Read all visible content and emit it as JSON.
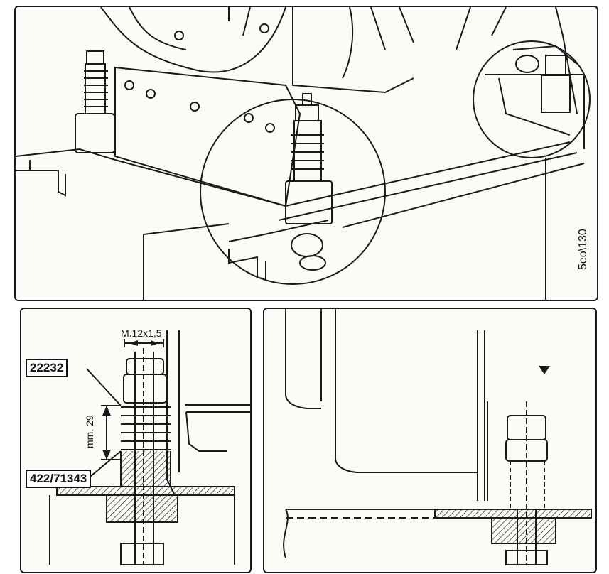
{
  "labels": {
    "part_a": "22232",
    "part_b": "422/71343",
    "thread": "M.12x1,5",
    "height": "mm. 29",
    "figure_ref": "5eo\\130"
  },
  "colors": {
    "ink": "#1a1a1a",
    "paper": "#fbfbf8"
  }
}
